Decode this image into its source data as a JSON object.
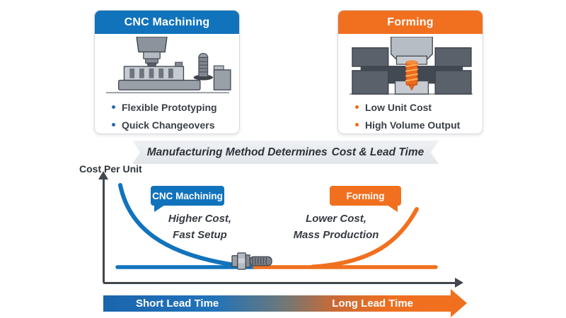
{
  "page": {
    "background": "#ffffff"
  },
  "colors": {
    "blue": "#1173bc",
    "orange": "#f0701f",
    "text_dark": "#33383f",
    "axis": "#42464d",
    "banner_bg": "#e9ebef"
  },
  "cards": [
    {
      "title": "CNC Machining",
      "accent_color": "#1173bc",
      "illustration": "cnc-mill-icon",
      "bullets": [
        "Flexible Prototyping",
        "Quick Changeovers"
      ]
    },
    {
      "title": "Forming",
      "accent_color": "#f0701f",
      "illustration": "forming-press-icon",
      "bullets": [
        "Low Unit Cost",
        "High Volume Output"
      ]
    }
  ],
  "banner": {
    "text_lead": "Manufacturing Method Determines",
    "text_emphasis": "Cost & Lead Time"
  },
  "chart": {
    "y_axis_label": "Cost Per Unit",
    "cnc_label": "CNC Machining",
    "cnc_annotation_line1": "Higher Cost,",
    "cnc_annotation_line2": "Fast Setup",
    "forming_label": "Forming",
    "forming_annotation_line1": "Lower Cost,",
    "forming_annotation_line2": "Mass Production",
    "center_icon": "bolt-fastener-icon"
  },
  "chart_data": {
    "type": "line",
    "title": "Manufacturing Method Determines Cost & Lead Time",
    "xlabel": "Lead Time (Short → Long)",
    "ylabel": "Cost Per Unit",
    "grid": false,
    "x_range_note": "no numeric ticks shown; values normalized 0–1",
    "series": [
      {
        "name": "CNC Machining",
        "color": "#1173bc",
        "annotation": "Higher Cost, Fast Setup",
        "x": [
          0.05,
          0.12,
          0.2,
          0.3,
          0.4,
          0.5
        ],
        "y": [
          0.9,
          0.55,
          0.28,
          0.1,
          0.03,
          0.01
        ]
      },
      {
        "name": "Forming",
        "color": "#f0701f",
        "annotation": "Lower Cost, Mass Production",
        "x": [
          0.5,
          0.6,
          0.7,
          0.8,
          0.88,
          0.93
        ],
        "y": [
          0.01,
          0.03,
          0.09,
          0.25,
          0.48,
          0.66
        ]
      }
    ],
    "legend_position": "inline-callouts"
  },
  "lead_time_arrow": {
    "left_label": "Short Lead Time",
    "right_label": "Long Lead Time",
    "gradient_from": "#1a65ae",
    "gradient_to": "#f0701f"
  }
}
